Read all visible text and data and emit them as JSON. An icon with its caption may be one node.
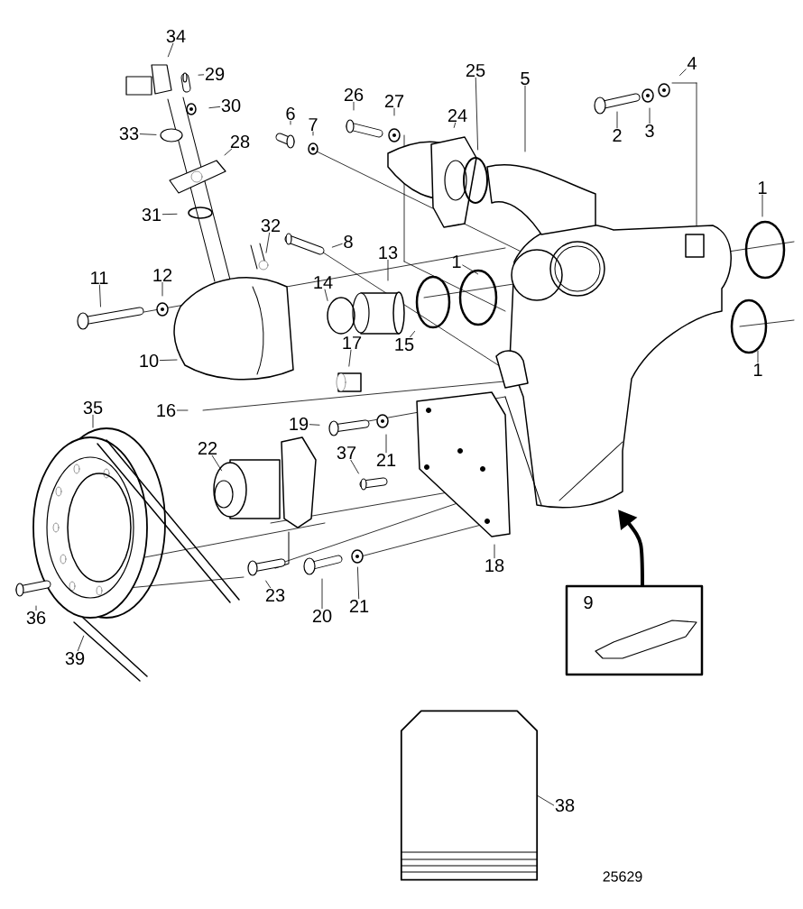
{
  "diagram": {
    "nodes": [
      {
        "text": [
          "34"
        ]
      },
      {
        "text": [
          "29"
        ]
      },
      {
        "text": [
          "4"
        ]
      },
      {
        "text": [
          "25"
        ]
      },
      {
        "text": [
          "5"
        ]
      },
      {
        "text": [
          "26"
        ]
      },
      {
        "text": [
          "27"
        ]
      },
      {
        "text": [
          "30"
        ]
      },
      {
        "text": [
          "6"
        ]
      },
      {
        "text": [
          "7"
        ]
      },
      {
        "text": [
          "24"
        ]
      },
      {
        "text": [
          "2"
        ]
      },
      {
        "text": [
          "3"
        ]
      },
      {
        "text": [
          "33"
        ]
      },
      {
        "text": [
          "28"
        ]
      },
      {
        "text": [
          "1"
        ]
      },
      {
        "text": [
          "31"
        ]
      },
      {
        "text": [
          "32"
        ]
      },
      {
        "text": [
          "8"
        ]
      },
      {
        "text": [
          "13"
        ]
      },
      {
        "text": [
          "1"
        ]
      },
      {
        "text": [
          "11"
        ]
      },
      {
        "text": [
          "12"
        ]
      },
      {
        "text": [
          "14"
        ]
      },
      {
        "text": [
          "15"
        ]
      },
      {
        "text": [
          "10"
        ]
      },
      {
        "text": [
          "17"
        ]
      },
      {
        "text": [
          "1"
        ]
      },
      {
        "text": [
          "35"
        ]
      },
      {
        "text": [
          "16"
        ]
      },
      {
        "text": [
          "19"
        ]
      },
      {
        "text": [
          "22"
        ]
      },
      {
        "text": [
          "21"
        ]
      },
      {
        "text": [
          "37"
        ]
      },
      {
        "text": [
          "18"
        ]
      },
      {
        "text": [
          "23"
        ]
      },
      {
        "text": [
          "9"
        ]
      },
      {
        "text": [
          "21"
        ]
      },
      {
        "text": [
          "20"
        ]
      },
      {
        "text": [
          "36"
        ]
      },
      {
        "text": [
          "39"
        ]
      },
      {
        "text": [],
        "shape": "box"
      },
      {
        "text": [
          "38"
        ]
      }
    ],
    "edges": [
      {
        "from": 0,
        "to": null,
        "arrow": "none"
      },
      {
        "from": 1,
        "to": null,
        "arrow": "none"
      },
      {
        "from": 2,
        "to": null,
        "arrow": "none"
      },
      {
        "from": 3,
        "to": null,
        "arrow": "none"
      },
      {
        "from": 4,
        "to": null,
        "arrow": "none"
      },
      {
        "from": 5,
        "to": null,
        "arrow": "none"
      },
      {
        "from": 6,
        "to": null,
        "arrow": "none"
      },
      {
        "from": 7,
        "to": null,
        "arrow": "none"
      },
      {
        "from": 8,
        "to": null,
        "arrow": "none"
      },
      {
        "from": 9,
        "to": null,
        "arrow": "none"
      },
      {
        "from": 10,
        "to": null,
        "arrow": "none"
      },
      {
        "from": 11,
        "to": null,
        "arrow": "none"
      },
      {
        "from": 12,
        "to": null,
        "arrow": "none"
      },
      {
        "from": 13,
        "to": null,
        "arrow": "none"
      },
      {
        "from": 14,
        "to": null,
        "arrow": "none"
      },
      {
        "from": 15,
        "to": null,
        "arrow": "none"
      },
      {
        "from": 16,
        "to": null,
        "arrow": "none"
      },
      {
        "from": 17,
        "to": null,
        "arrow": "none"
      },
      {
        "from": 18,
        "to": null,
        "arrow": "none"
      },
      {
        "from": 19,
        "to": null,
        "arrow": "none"
      },
      {
        "from": 20,
        "to": null,
        "arrow": "none"
      },
      {
        "from": 21,
        "to": null,
        "arrow": "none"
      },
      {
        "from": 22,
        "to": null,
        "arrow": "none"
      },
      {
        "from": 23,
        "to": null,
        "arrow": "none"
      },
      {
        "from": 24,
        "to": null,
        "arrow": "none"
      },
      {
        "from": 25,
        "to": null,
        "arrow": "none"
      },
      {
        "from": 26,
        "to": null,
        "arrow": "none"
      },
      {
        "from": 27,
        "to": null,
        "arrow": "none"
      },
      {
        "from": 28,
        "to": null,
        "arrow": "none"
      },
      {
        "from": 29,
        "to": null,
        "arrow": "none"
      },
      {
        "from": 30,
        "to": null,
        "arrow": "none"
      },
      {
        "from": 31,
        "to": null,
        "arrow": "none"
      },
      {
        "from": 32,
        "to": null,
        "arrow": "none"
      },
      {
        "from": 33,
        "to": null,
        "arrow": "none"
      },
      {
        "from": 34,
        "to": null,
        "arrow": "none"
      },
      {
        "from": 35,
        "to": null,
        "arrow": "none"
      },
      {
        "from": 36,
        "to": null,
        "arrow": "to",
        "style": "thick"
      },
      {
        "from": 37,
        "to": null,
        "arrow": "none"
      },
      {
        "from": 38,
        "to": null,
        "arrow": "none"
      },
      {
        "from": 39,
        "to": null,
        "arrow": "none"
      },
      {
        "from": 40,
        "to": null,
        "arrow": "none"
      },
      {
        "from": 42,
        "to": 41,
        "arrow": "none"
      }
    ],
    "labels": [
      "25629"
    ]
  }
}
